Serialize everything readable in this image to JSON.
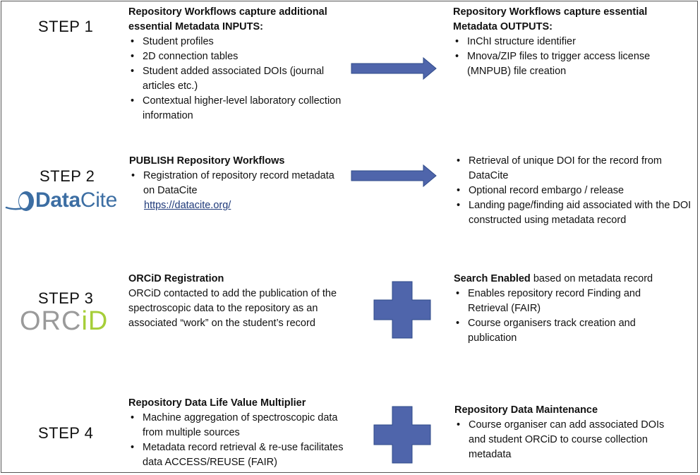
{
  "steps": [
    {
      "label": "STEP 1",
      "left": {
        "title": "Repository Workflows capture additional essential Metadata INPUTS:",
        "items": [
          "Student profiles",
          "2D connection tables",
          "Student added associated DOIs (journal articles etc.)",
          "Contextual higher-level laboratory collection information"
        ]
      },
      "connector": "arrow",
      "right": {
        "title": "Repository Workflows capture essential Metadata OUTPUTS:",
        "items": [
          "InChI structure identifier",
          "Mnova/ZIP files to trigger access license (MNPUB) file creation"
        ]
      }
    },
    {
      "label": "STEP 2",
      "logo": {
        "part1": "Data",
        "part2": "Cite"
      },
      "left": {
        "title": "PUBLISH Repository Workflows",
        "items": [
          "Registration of repository record metadata on DataCite"
        ],
        "link": "https://datacite.org/"
      },
      "connector": "arrow",
      "right": {
        "items": [
          "Retrieval of unique DOI for the record from DataCite",
          "Optional record embargo / release",
          "Landing page/finding aid associated with the DOI constructed using metadata record"
        ]
      }
    },
    {
      "label": "STEP 3",
      "logo": {
        "part1": "ORC",
        "part2": "iD"
      },
      "left": {
        "title": "ORCiD Registration",
        "text": "ORCiD contacted to add the publication of the spectroscopic data to the repository as an associated “work” on the student’s record"
      },
      "connector": "plus",
      "right": {
        "title_bold": "Search Enabled",
        "title_rest": " based on metadata record",
        "items": [
          "Enables repository record Finding and Retrieval (FAIR)",
          "Course organisers track creation and publication"
        ]
      }
    },
    {
      "label": "STEP 4",
      "left": {
        "title": "Repository Data Life Value Multiplier",
        "items": [
          "Machine aggregation of spectroscopic data from multiple sources",
          "Metadata record retrieval & re-use facilitates data ACCESS/REUSE (FAIR)"
        ]
      },
      "connector": "plus",
      "right": {
        "title": "Repository Data Maintenance",
        "items": [
          "Course organiser can add associated DOIs and student ORCiD to course collection metadata"
        ]
      }
    }
  ],
  "colors": {
    "connector": "#4f65ab",
    "connector_stroke": "#2f4b8a",
    "datacite": "#3c6ea3",
    "orcid_green": "#a6ce39",
    "orcid_gray": "#9a9a9a"
  }
}
